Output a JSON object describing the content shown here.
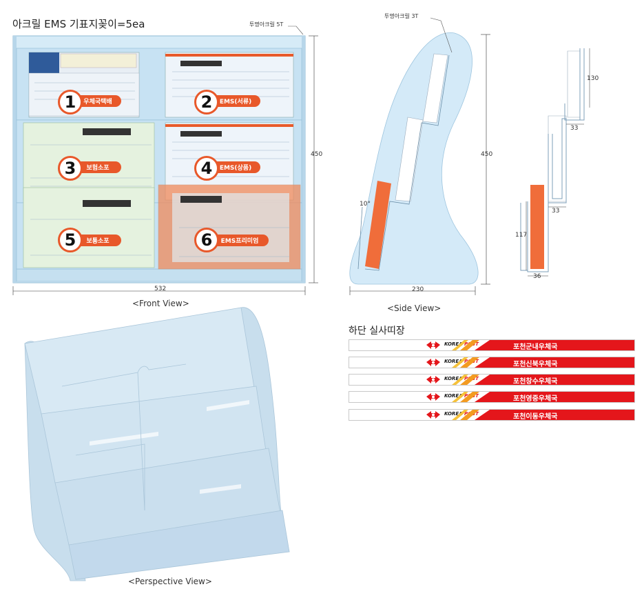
{
  "title": "아크릴 EMS 기표지꽂이=5ea",
  "notes": {
    "front_material": "투명아크릴 5T",
    "side_material": "투명아크릴 3T"
  },
  "front_view": {
    "caption": "<Front View>",
    "width_dim": "532",
    "height_dim": "450",
    "slots": [
      {
        "num": "1",
        "label": "우체국택배"
      },
      {
        "num": "2",
        "label": "EMS(서류)"
      },
      {
        "num": "3",
        "label": "보험소포"
      },
      {
        "num": "4",
        "label": "EMS(상품)"
      },
      {
        "num": "5",
        "label": "보통소포"
      },
      {
        "num": "6",
        "label": "EMS프리미엄"
      }
    ]
  },
  "side_view": {
    "caption": "<Side View>",
    "height_dim": "450",
    "width_dim": "230",
    "angle": "10°"
  },
  "section_view": {
    "dims": {
      "top_height": "130",
      "top_depth": "33",
      "mid_depth": "33",
      "bottom_height": "117",
      "bottom_depth": "36"
    }
  },
  "perspective_view": {
    "caption": "<Perspective View>"
  },
  "bottom_bands": {
    "heading": "하단 실사띠장",
    "logo_korea": "KOREA",
    "logo_post": "POST",
    "offices": [
      "포천군내우체국",
      "포천신북우체국",
      "포천창수우체국",
      "포천영중우체국",
      "포천이동우체국"
    ]
  },
  "colors": {
    "acrylic": "#cfe6f4",
    "acrylic_edge": "#7fb0cf",
    "accent_orange": "#e8582a",
    "band_red": "#e4161b"
  }
}
